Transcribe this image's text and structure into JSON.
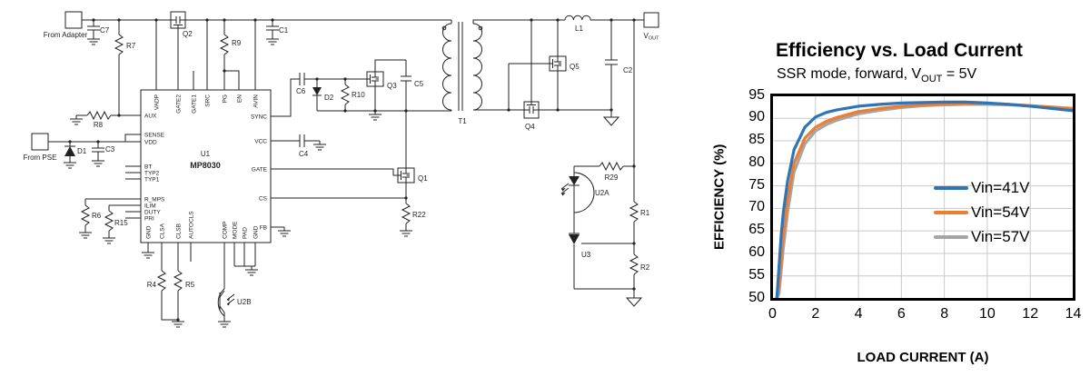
{
  "schematic": {
    "adapter_label": "From Adapter",
    "pse_label": "From PSE",
    "vout_main": "V",
    "vout_sub": "OUT",
    "ic": {
      "ref": "U1",
      "part": "MP8030",
      "pins_top": [
        "VADP",
        "GATE2",
        "GATE1",
        "SRC",
        "PG",
        "EN",
        "AVIN"
      ],
      "pins_left": [
        "AUX",
        "SENSE",
        "VDD",
        "BT",
        "TYP2",
        "TYP1",
        "R_MPS",
        "ILIM",
        "DUTY",
        "PRI"
      ],
      "pins_bottom": [
        "GND",
        "CLSA",
        "CLSB",
        "AUTOCLS",
        "COMP",
        "MODE",
        "PAD",
        "GND"
      ],
      "pins_right": [
        "SYNC",
        "VCC",
        "GATE",
        "CS",
        "FB"
      ]
    },
    "components": {
      "c7": "C7",
      "r7": "R7",
      "q2": "Q2",
      "r9": "R9",
      "c1": "C1",
      "r8": "R8",
      "d1": "D1",
      "c3": "C3",
      "r6": "R6",
      "r15": "R15",
      "c6": "C6",
      "d2": "D2",
      "r10": "R10",
      "q3": "Q3",
      "c5": "C5",
      "c4": "C4",
      "q1": "Q1",
      "r22": "R22",
      "r4": "R4",
      "r5": "R5",
      "u2b": "U2B",
      "t1": "T1",
      "l1": "L1",
      "q5": "Q5",
      "q4": "Q4",
      "c2": "C2",
      "r29": "R29",
      "u2a": "U2A",
      "u3": "U3",
      "r1": "R1",
      "r2": "R2"
    }
  },
  "chart_data": {
    "type": "line",
    "title": "Efficiency vs. Load Current",
    "subtitle_prefix": "SSR mode, forward, V",
    "subtitle_sub": "OUT",
    "subtitle_suffix": " = 5V",
    "xlabel": "LOAD CURRENT (A)",
    "ylabel": "EFFICIENCY (%)",
    "xlim": [
      0,
      14
    ],
    "ylim": [
      50,
      95
    ],
    "xticks": [
      0,
      2,
      4,
      6,
      8,
      10,
      12,
      14
    ],
    "yticks": [
      50,
      55,
      60,
      65,
      70,
      75,
      80,
      85,
      90,
      95
    ],
    "grid": true,
    "legend_position": "middle-right",
    "border_color": "#000000",
    "grid_color": "#c9c9c9",
    "x": [
      0.2,
      0.3,
      0.4,
      0.5,
      0.7,
      1,
      1.5,
      2,
      2.5,
      3,
      4,
      5,
      6,
      7,
      8,
      9,
      10,
      11,
      12,
      13,
      14
    ],
    "series": [
      {
        "name": "Vin=41V",
        "color": "#2E75B6",
        "values": [
          50,
          57,
          64,
          69,
          76,
          83,
          88,
          90.3,
          91.3,
          91.9,
          92.7,
          93.1,
          93.4,
          93.5,
          93.6,
          93.6,
          93.4,
          93.1,
          92.7,
          92.2,
          91.7
        ]
      },
      {
        "name": "Vin=54V",
        "color": "#ED7D31",
        "values": [
          48,
          53,
          59,
          64,
          72,
          80,
          85.6,
          88,
          89.3,
          90.2,
          91.5,
          92.2,
          92.7,
          93,
          93.2,
          93.3,
          93.3,
          93.1,
          92.8,
          92.5,
          92.2
        ]
      },
      {
        "name": "Vin=57V",
        "color": "#A5A5A5",
        "values": [
          47,
          51,
          56,
          61,
          69,
          78,
          84.3,
          87.2,
          88.6,
          89.6,
          91,
          91.8,
          92.4,
          92.8,
          93,
          93.1,
          93.1,
          93,
          92.8,
          92.5,
          92.1
        ]
      }
    ]
  }
}
